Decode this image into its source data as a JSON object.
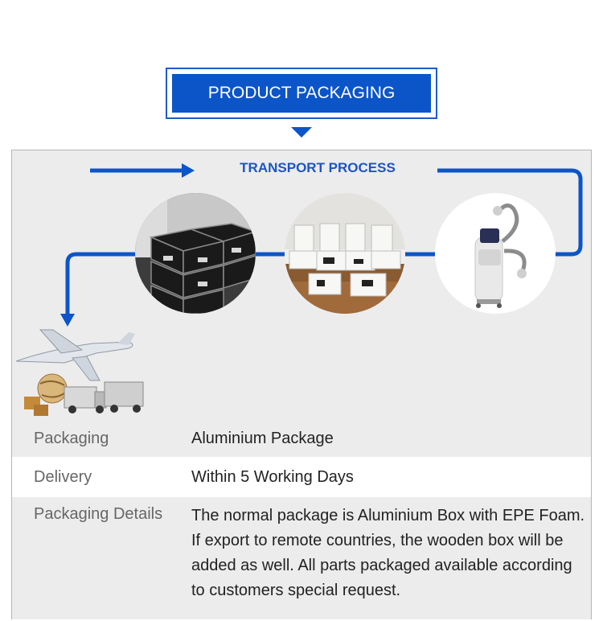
{
  "header": {
    "title": "PRODUCT PACKAGING"
  },
  "process": {
    "title": "TRANSPORT PROCESS",
    "steps": [
      {
        "image": "stacked-aluminium-cases-photo"
      },
      {
        "image": "opened-aluminium-boxes-photo"
      },
      {
        "image": "body-contouring-machine-photo"
      }
    ],
    "final_image": "logistics-plane-trucks-illustration",
    "arrow_color": "#0b55c9"
  },
  "details": {
    "rows": [
      {
        "label": "Packaging",
        "value": "Aluminium Package"
      },
      {
        "label": "Delivery",
        "value": "Within 5 Working Days"
      },
      {
        "label": "Packaging Details",
        "value": "The normal package is Aluminium Box with EPE Foam. If export to remote countries, the wooden box will be added as well. All parts packaged available according to customers special request."
      }
    ]
  },
  "colors": {
    "accent": "#0b55c9",
    "panel_bg": "#ececec"
  }
}
